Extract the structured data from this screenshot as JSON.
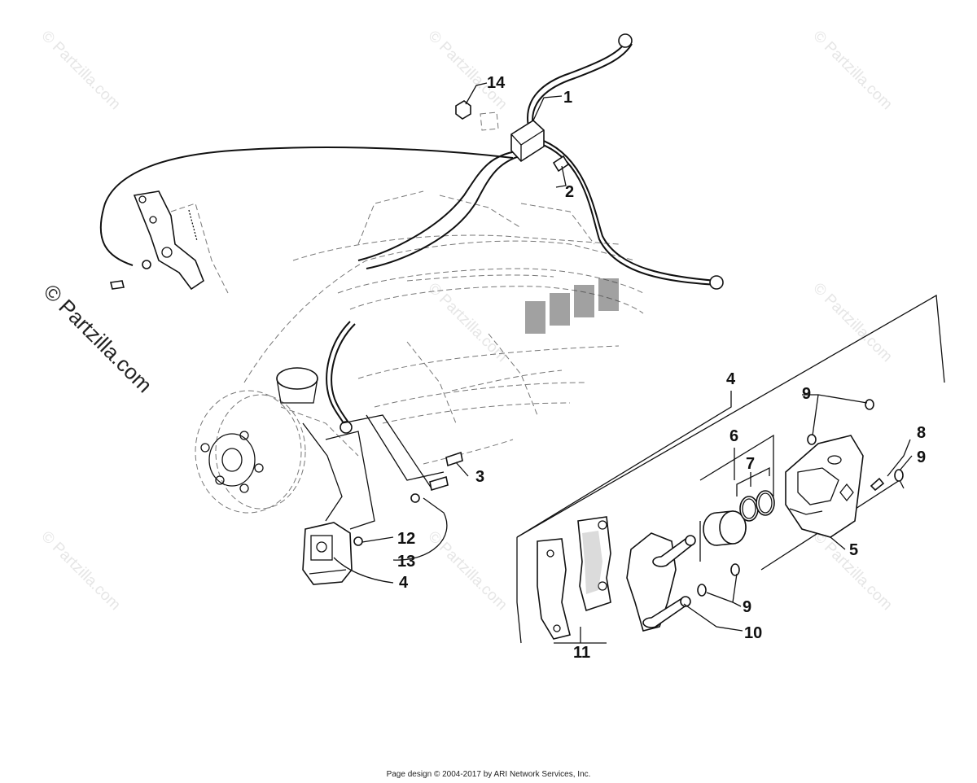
{
  "diagram": {
    "watermark_text": "© Partzilla.com",
    "callouts": [
      {
        "id": "1",
        "text": "1"
      },
      {
        "id": "2",
        "text": "2"
      },
      {
        "id": "3",
        "text": "3"
      },
      {
        "id": "4a",
        "text": "4"
      },
      {
        "id": "4b",
        "text": "4"
      },
      {
        "id": "5",
        "text": "5"
      },
      {
        "id": "6",
        "text": "6"
      },
      {
        "id": "7",
        "text": "7"
      },
      {
        "id": "8",
        "text": "8"
      },
      {
        "id": "9a",
        "text": "9"
      },
      {
        "id": "9b",
        "text": "9"
      },
      {
        "id": "9c",
        "text": "9"
      },
      {
        "id": "10",
        "text": "10"
      },
      {
        "id": "11",
        "text": "11"
      },
      {
        "id": "12",
        "text": "12"
      },
      {
        "id": "13",
        "text": "13"
      },
      {
        "id": "14",
        "text": "14"
      }
    ]
  },
  "footer": {
    "text": "Page design © 2004-2017 by ARI Network Services, Inc."
  }
}
